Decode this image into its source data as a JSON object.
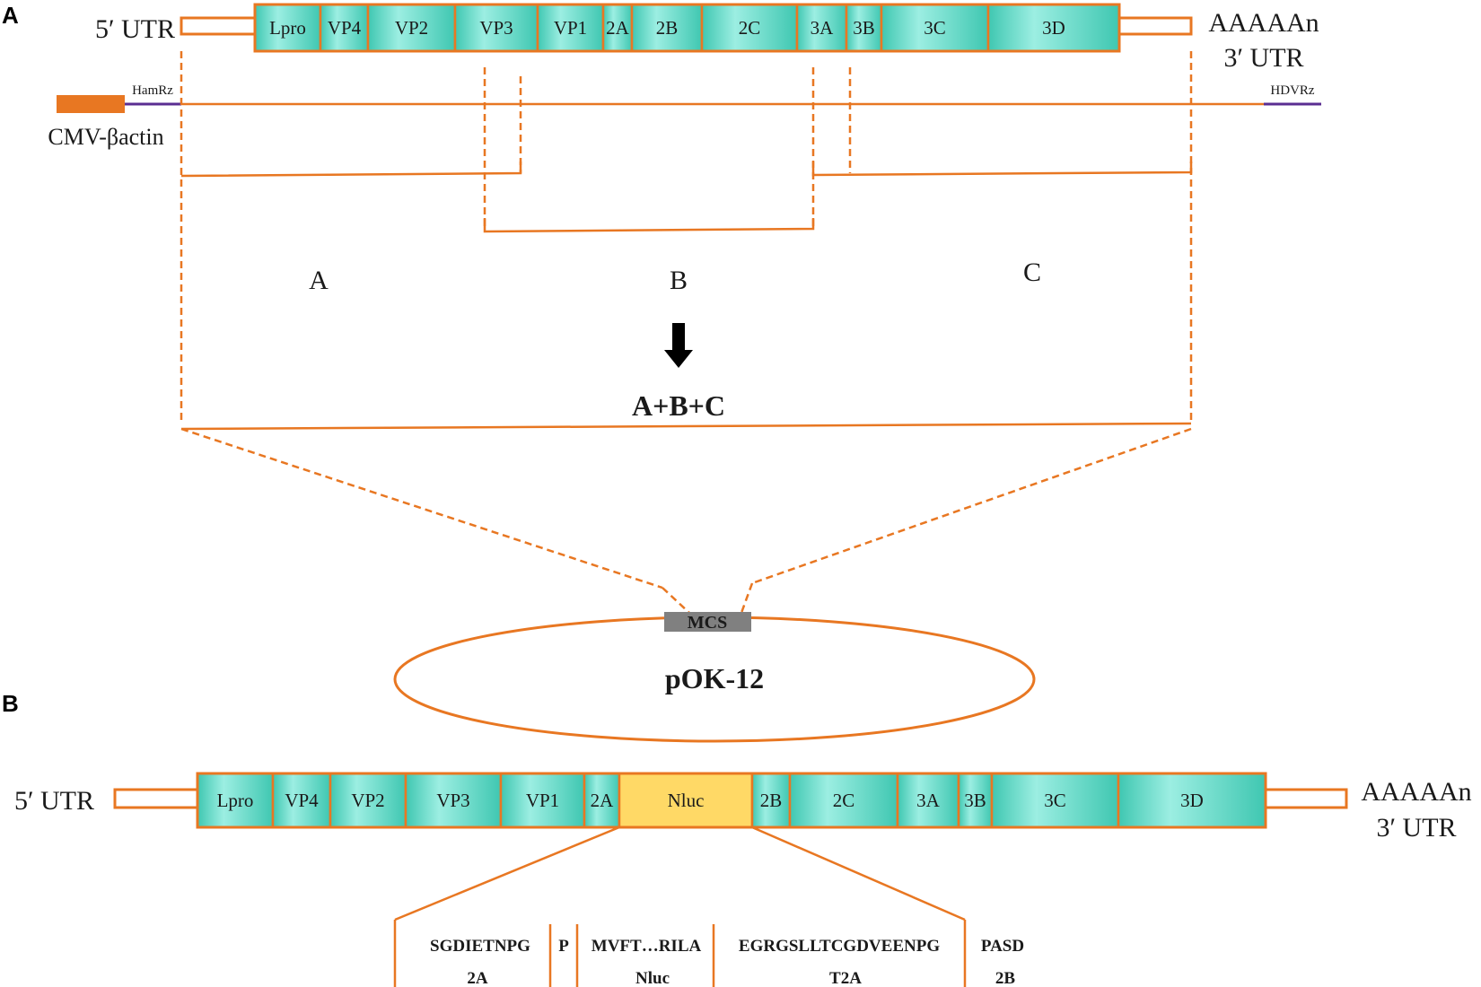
{
  "panels": {
    "a": "A",
    "b": "B"
  },
  "genome_top": {
    "utr5": "5′ UTR",
    "polya": "AAAAAn",
    "utr3": "3′ UTR",
    "segments": [
      "Lpro",
      "VP4",
      "VP2",
      "VP3",
      "VP1",
      "2A",
      "2B",
      "2C",
      "3A",
      "3B",
      "3C",
      "3D"
    ]
  },
  "vector": {
    "promoter": "CMV-βactin",
    "hamrz": "HamRz",
    "hdvrz": "HDVRz"
  },
  "fragments": {
    "a": "A",
    "b": "B",
    "c": "C",
    "sum": "A+B+C"
  },
  "plasmid": {
    "mcs": "MCS",
    "name": "pOK-12"
  },
  "genome_bottom": {
    "utr5": "5′ UTR",
    "polya": "AAAAAn",
    "utr3": "3′ UTR",
    "segments": [
      "Lpro",
      "VP4",
      "VP2",
      "VP3",
      "VP1",
      "2A",
      "Nluc",
      "2B",
      "2C",
      "3A",
      "3B",
      "3C",
      "3D"
    ]
  },
  "sequence": {
    "items": [
      {
        "seq": "SGDIETNPG",
        "name": "2A"
      },
      {
        "seq": "P",
        "name": ""
      },
      {
        "seq": "MVFT…RILA",
        "name": "Nluc"
      },
      {
        "seq": "EGRGSLLTCGDVEENPG",
        "name": "T2A"
      },
      {
        "seq": "PASD",
        "name": "2B"
      }
    ]
  },
  "colors": {
    "outline": "#e87722",
    "segment": "#3fc6b0",
    "nluc": "#ffd966",
    "mcs": "#808080",
    "ribozyme": "#5a2d91"
  }
}
